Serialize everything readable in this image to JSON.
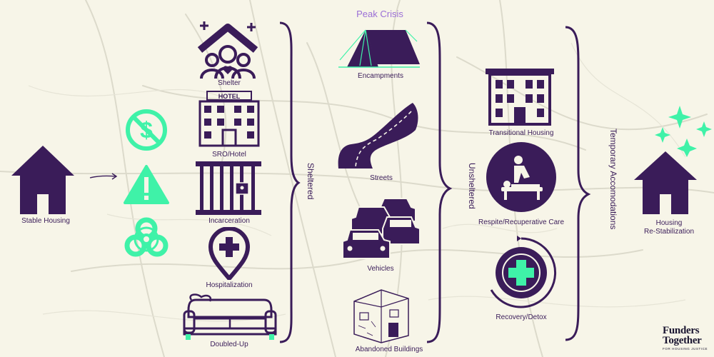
{
  "header": {
    "peak": "Peak Crisis"
  },
  "start": {
    "label": "Stable Housing"
  },
  "sheltered": {
    "group_label": "Sheltered",
    "items": [
      {
        "label": "Shelter",
        "icon": "shelter-icon"
      },
      {
        "label": "SRO/Hotel",
        "icon": "hotel-icon",
        "sign": "HOTEL"
      },
      {
        "label": "Incarceration",
        "icon": "jail-bars-icon"
      },
      {
        "label": "Hospitalization",
        "icon": "hospital-pin-icon"
      },
      {
        "label": "Doubled-Up",
        "icon": "couch-icon"
      }
    ]
  },
  "unsheltered": {
    "group_label": "Unsheltered",
    "items": [
      {
        "label": "Encampments",
        "icon": "tent-icon"
      },
      {
        "label": "Streets",
        "icon": "road-icon"
      },
      {
        "label": "Vehicles",
        "icon": "cars-icon"
      },
      {
        "label": "Abandoned Buildings",
        "icon": "abandoned-building-icon"
      }
    ]
  },
  "temporary": {
    "group_label": "Temporary Accomodations",
    "items": [
      {
        "label": "Transitional Housing",
        "icon": "building-icon"
      },
      {
        "label": "Respite/Recuperative Care",
        "icon": "massage-care-icon"
      },
      {
        "label": "Recovery/Detox",
        "icon": "medical-cross-cycle-icon"
      }
    ]
  },
  "end": {
    "label_line1": "Housing",
    "label_line2": "Re-Stabilization"
  },
  "risk_icons": [
    "no-money-icon",
    "warning-icon",
    "biohazard-icon"
  ],
  "brand": {
    "line1": "Funders",
    "line2": "Together",
    "tagline": "FOR HOUSING JUSTICE"
  },
  "colors": {
    "purple": "#3a1c59",
    "mint": "#3ff2a8",
    "background": "#f7f5e8",
    "peak_text": "#9b6fd6"
  }
}
